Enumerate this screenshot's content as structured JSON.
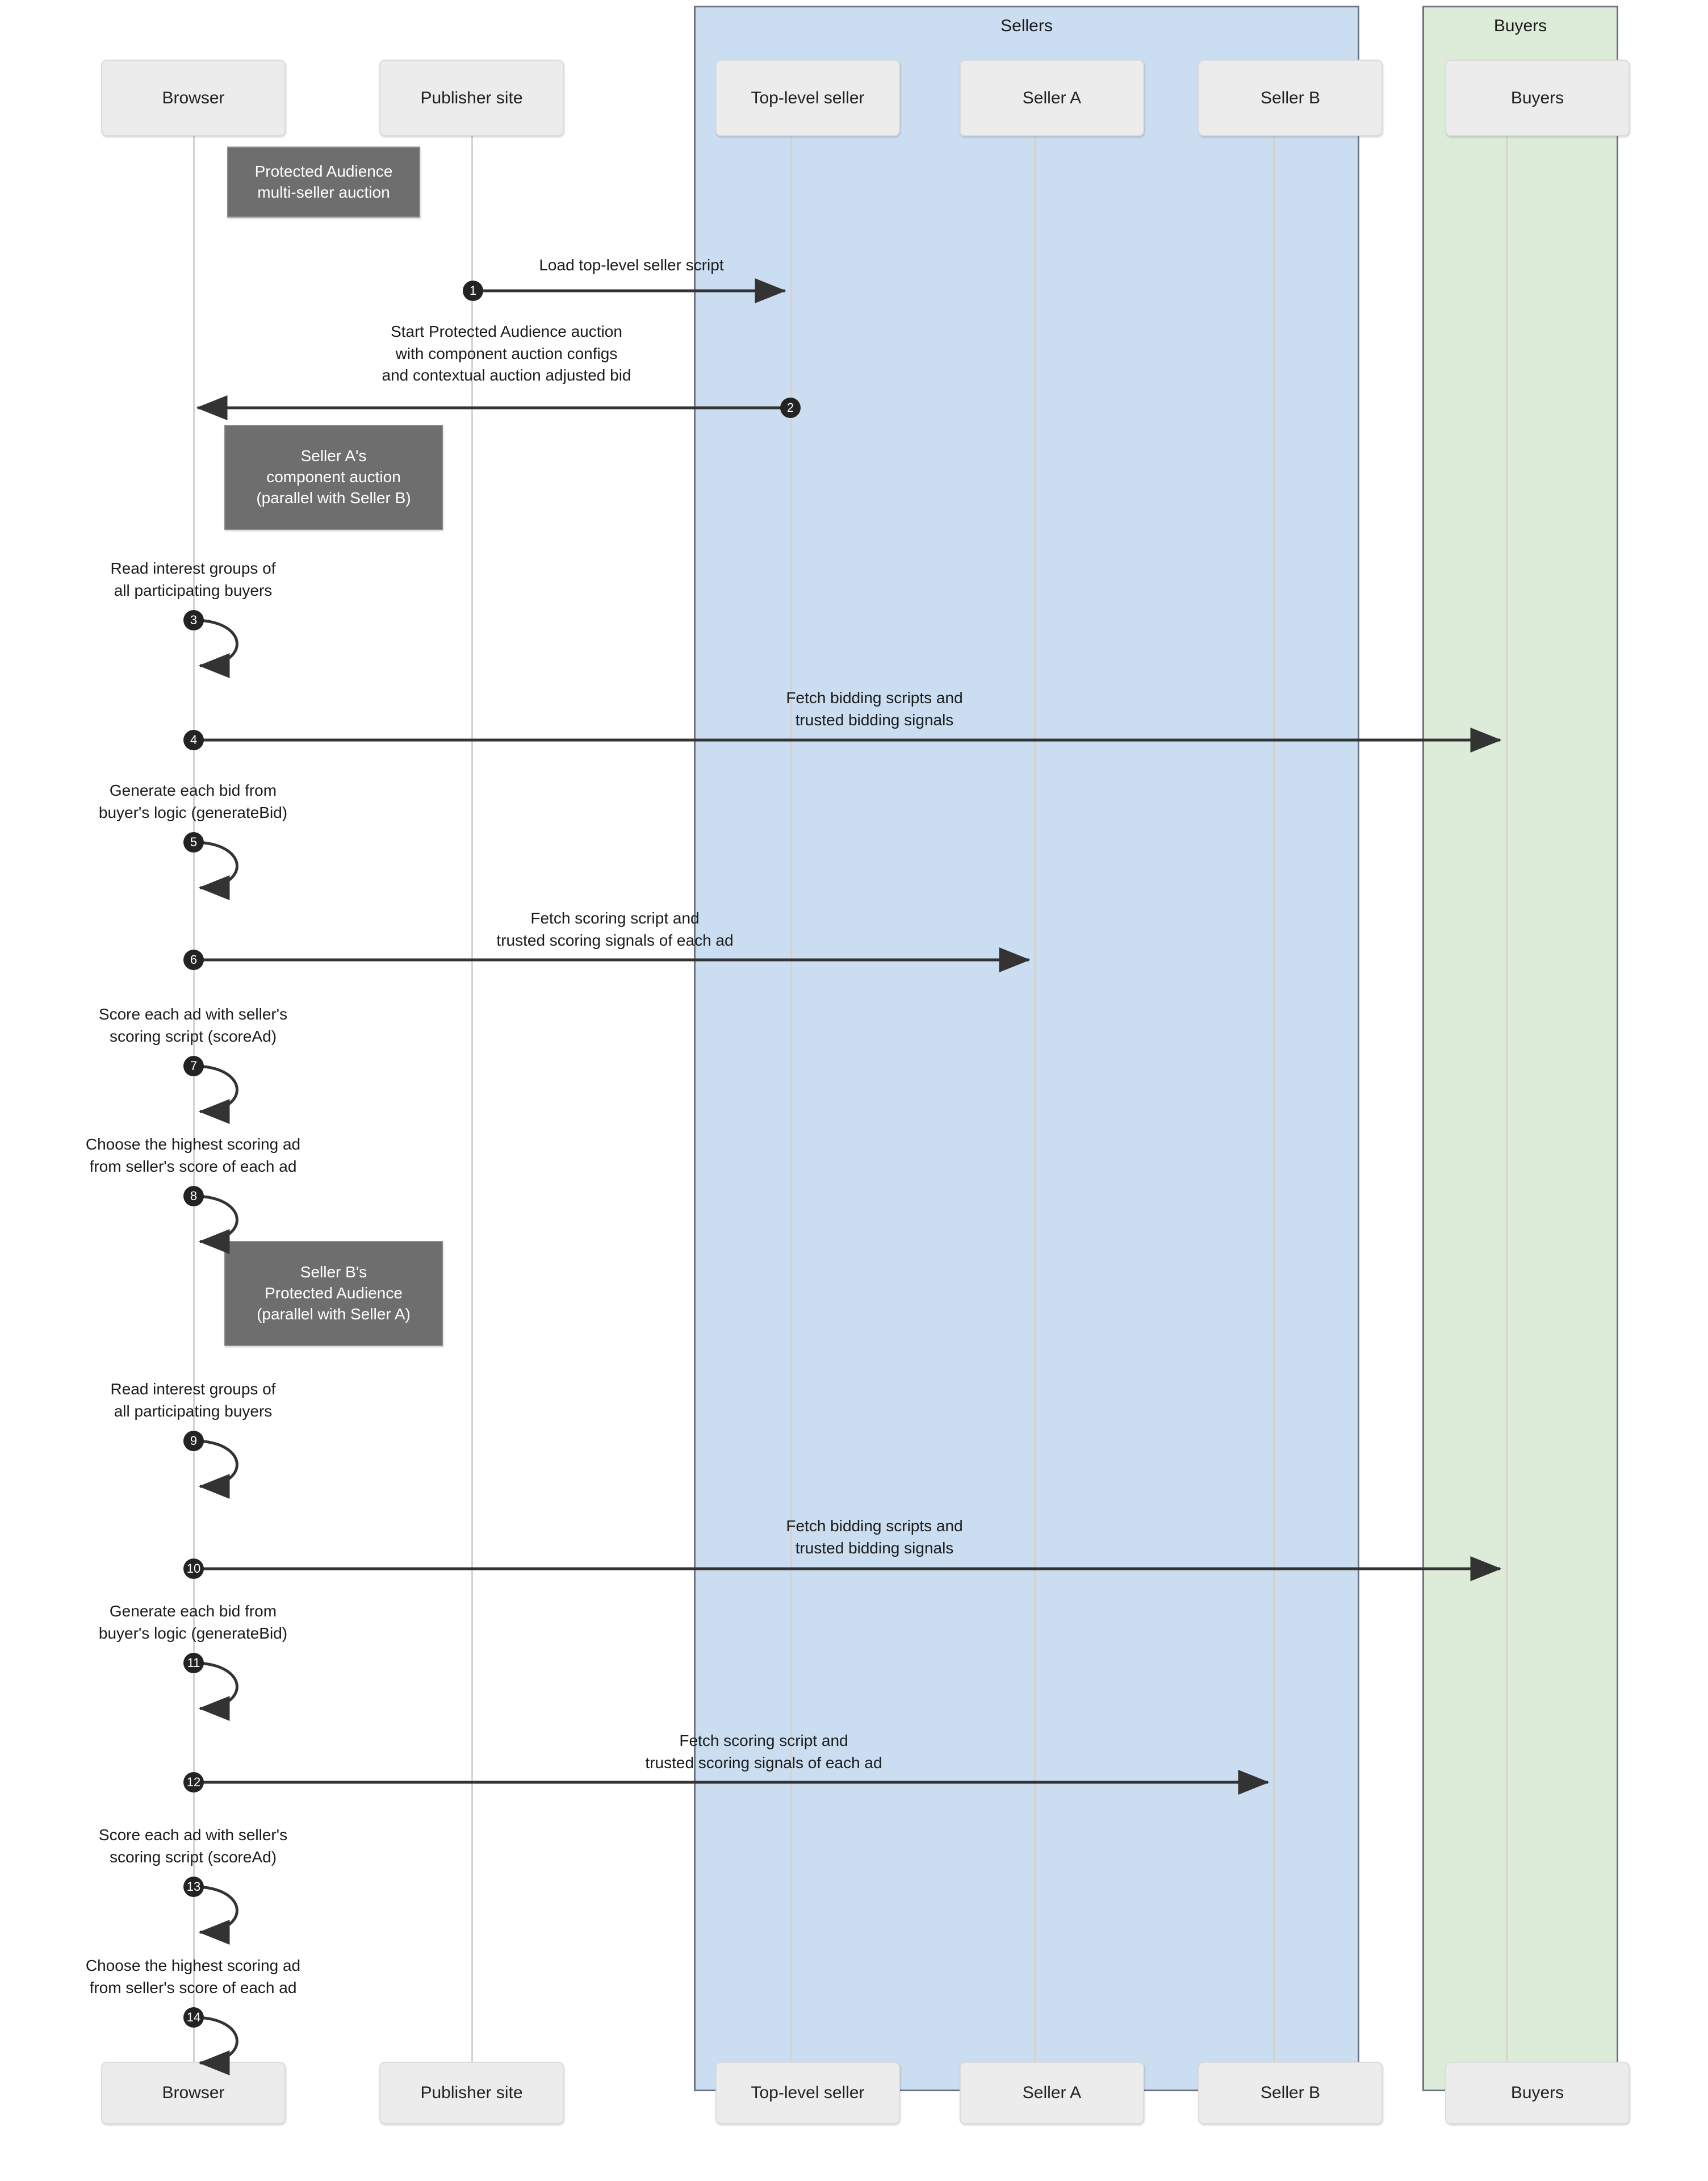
{
  "diagram": {
    "title": "Protected Audience multi-seller auction sequence",
    "type": "sequence-diagram",
    "colors": {
      "sellers_group_fill": "#cbddf0",
      "buyers_group_fill": "#dcecd9",
      "group_border": "#6b7280",
      "actor_fill": "#ececec",
      "actor_border": "#dcdcdc",
      "note_fill": "#6e6e6e",
      "note_text": "#ffffff",
      "arrow": "#333333",
      "lifeline": "#d6d3cd",
      "seqnum_fill": "#232323"
    }
  },
  "groups": [
    {
      "id": "sellers",
      "label": "Sellers"
    },
    {
      "id": "buyers",
      "label": "Buyers"
    }
  ],
  "participants": [
    {
      "id": "browser",
      "label": "Browser",
      "group": null
    },
    {
      "id": "publisher",
      "label": "Publisher site",
      "group": null
    },
    {
      "id": "toplevel",
      "label": "Top-level seller",
      "group": "sellers"
    },
    {
      "id": "sellerA",
      "label": "Seller A",
      "group": "sellers"
    },
    {
      "id": "sellerB",
      "label": "Seller B",
      "group": "sellers"
    },
    {
      "id": "buyers",
      "label": "Buyers",
      "group": "buyers"
    }
  ],
  "notes": [
    {
      "id": "note-1",
      "lines": [
        "Protected Audience",
        "multi-seller auction"
      ]
    },
    {
      "id": "note-2",
      "lines": [
        "Seller A's",
        "component auction",
        "(parallel with Seller B)"
      ]
    },
    {
      "id": "note-3",
      "lines": [
        "Seller B's",
        "Protected Audience",
        "(parallel with Seller A)"
      ]
    }
  ],
  "messages": [
    {
      "num": "1",
      "label": "Load top-level seller script",
      "from": "publisher",
      "to": "toplevel",
      "kind": "arrow-right"
    },
    {
      "num": "2",
      "label": "Start Protected Audience auction\nwith component auction configs\nand contextual auction adjusted bid",
      "from": "toplevel",
      "to": "browser",
      "kind": "arrow-left"
    },
    {
      "num": "3",
      "label": "Read interest groups of\nall participating buyers",
      "from": "browser",
      "to": "browser",
      "kind": "self-loop"
    },
    {
      "num": "4",
      "label": "Fetch bidding scripts and\ntrusted bidding signals",
      "from": "browser",
      "to": "buyers",
      "kind": "arrow-right"
    },
    {
      "num": "5",
      "label": "Generate each bid from\nbuyer's logic (generateBid)",
      "from": "browser",
      "to": "browser",
      "kind": "self-loop"
    },
    {
      "num": "6",
      "label": "Fetch scoring script and\ntrusted scoring signals of each ad",
      "from": "browser",
      "to": "sellerA",
      "kind": "arrow-right"
    },
    {
      "num": "7",
      "label": "Score each ad with seller's\nscoring script (scoreAd)",
      "from": "browser",
      "to": "browser",
      "kind": "self-loop"
    },
    {
      "num": "8",
      "label": "Choose the highest scoring ad\nfrom seller's score of each ad",
      "from": "browser",
      "to": "browser",
      "kind": "self-loop"
    },
    {
      "num": "9",
      "label": "Read interest groups of\nall participating buyers",
      "from": "browser",
      "to": "browser",
      "kind": "self-loop"
    },
    {
      "num": "10",
      "label": "Fetch bidding scripts and\ntrusted bidding signals",
      "from": "browser",
      "to": "buyers",
      "kind": "arrow-right"
    },
    {
      "num": "11",
      "label": "Generate each bid from\nbuyer's logic (generateBid)",
      "from": "browser",
      "to": "browser",
      "kind": "self-loop"
    },
    {
      "num": "12",
      "label": "Fetch scoring script and\ntrusted scoring signals of each ad",
      "from": "browser",
      "to": "sellerB",
      "kind": "arrow-right"
    },
    {
      "num": "13",
      "label": "Score each ad with seller's\nscoring script (scoreAd)",
      "from": "browser",
      "to": "browser",
      "kind": "self-loop"
    },
    {
      "num": "14",
      "label": "Choose the highest scoring ad\nfrom seller's score of each ad",
      "from": "browser",
      "to": "browser",
      "kind": "self-loop"
    }
  ]
}
